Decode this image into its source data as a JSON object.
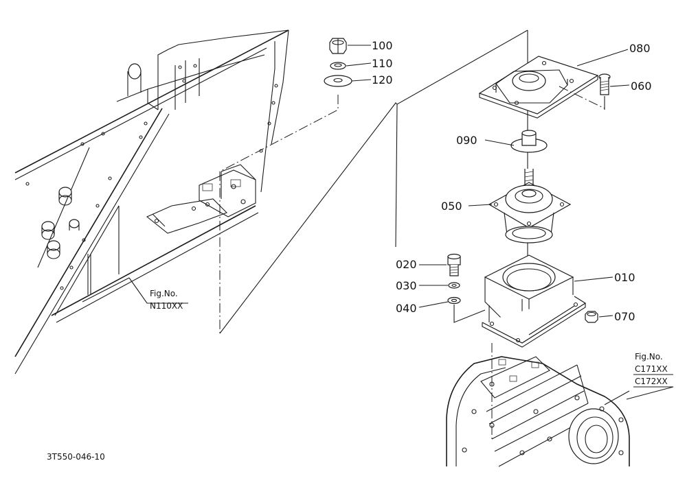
{
  "callouts": [
    {
      "id": "100",
      "label": "100"
    },
    {
      "id": "110",
      "label": "110"
    },
    {
      "id": "120",
      "label": "120"
    },
    {
      "id": "080",
      "label": "080"
    },
    {
      "id": "060",
      "label": "060"
    },
    {
      "id": "090",
      "label": "090"
    },
    {
      "id": "050",
      "label": "050"
    },
    {
      "id": "020",
      "label": "020"
    },
    {
      "id": "030",
      "label": "030"
    },
    {
      "id": "040",
      "label": "040"
    },
    {
      "id": "010",
      "label": "010"
    },
    {
      "id": "070",
      "label": "070"
    }
  ],
  "references": {
    "frame": {
      "line1": "Fig.No.",
      "line2": "N110XX"
    },
    "housing": {
      "line1": "Fig.No.",
      "line2": "C171XX",
      "line3": "C172XX"
    }
  },
  "drawing_code": "3T550-046-10"
}
